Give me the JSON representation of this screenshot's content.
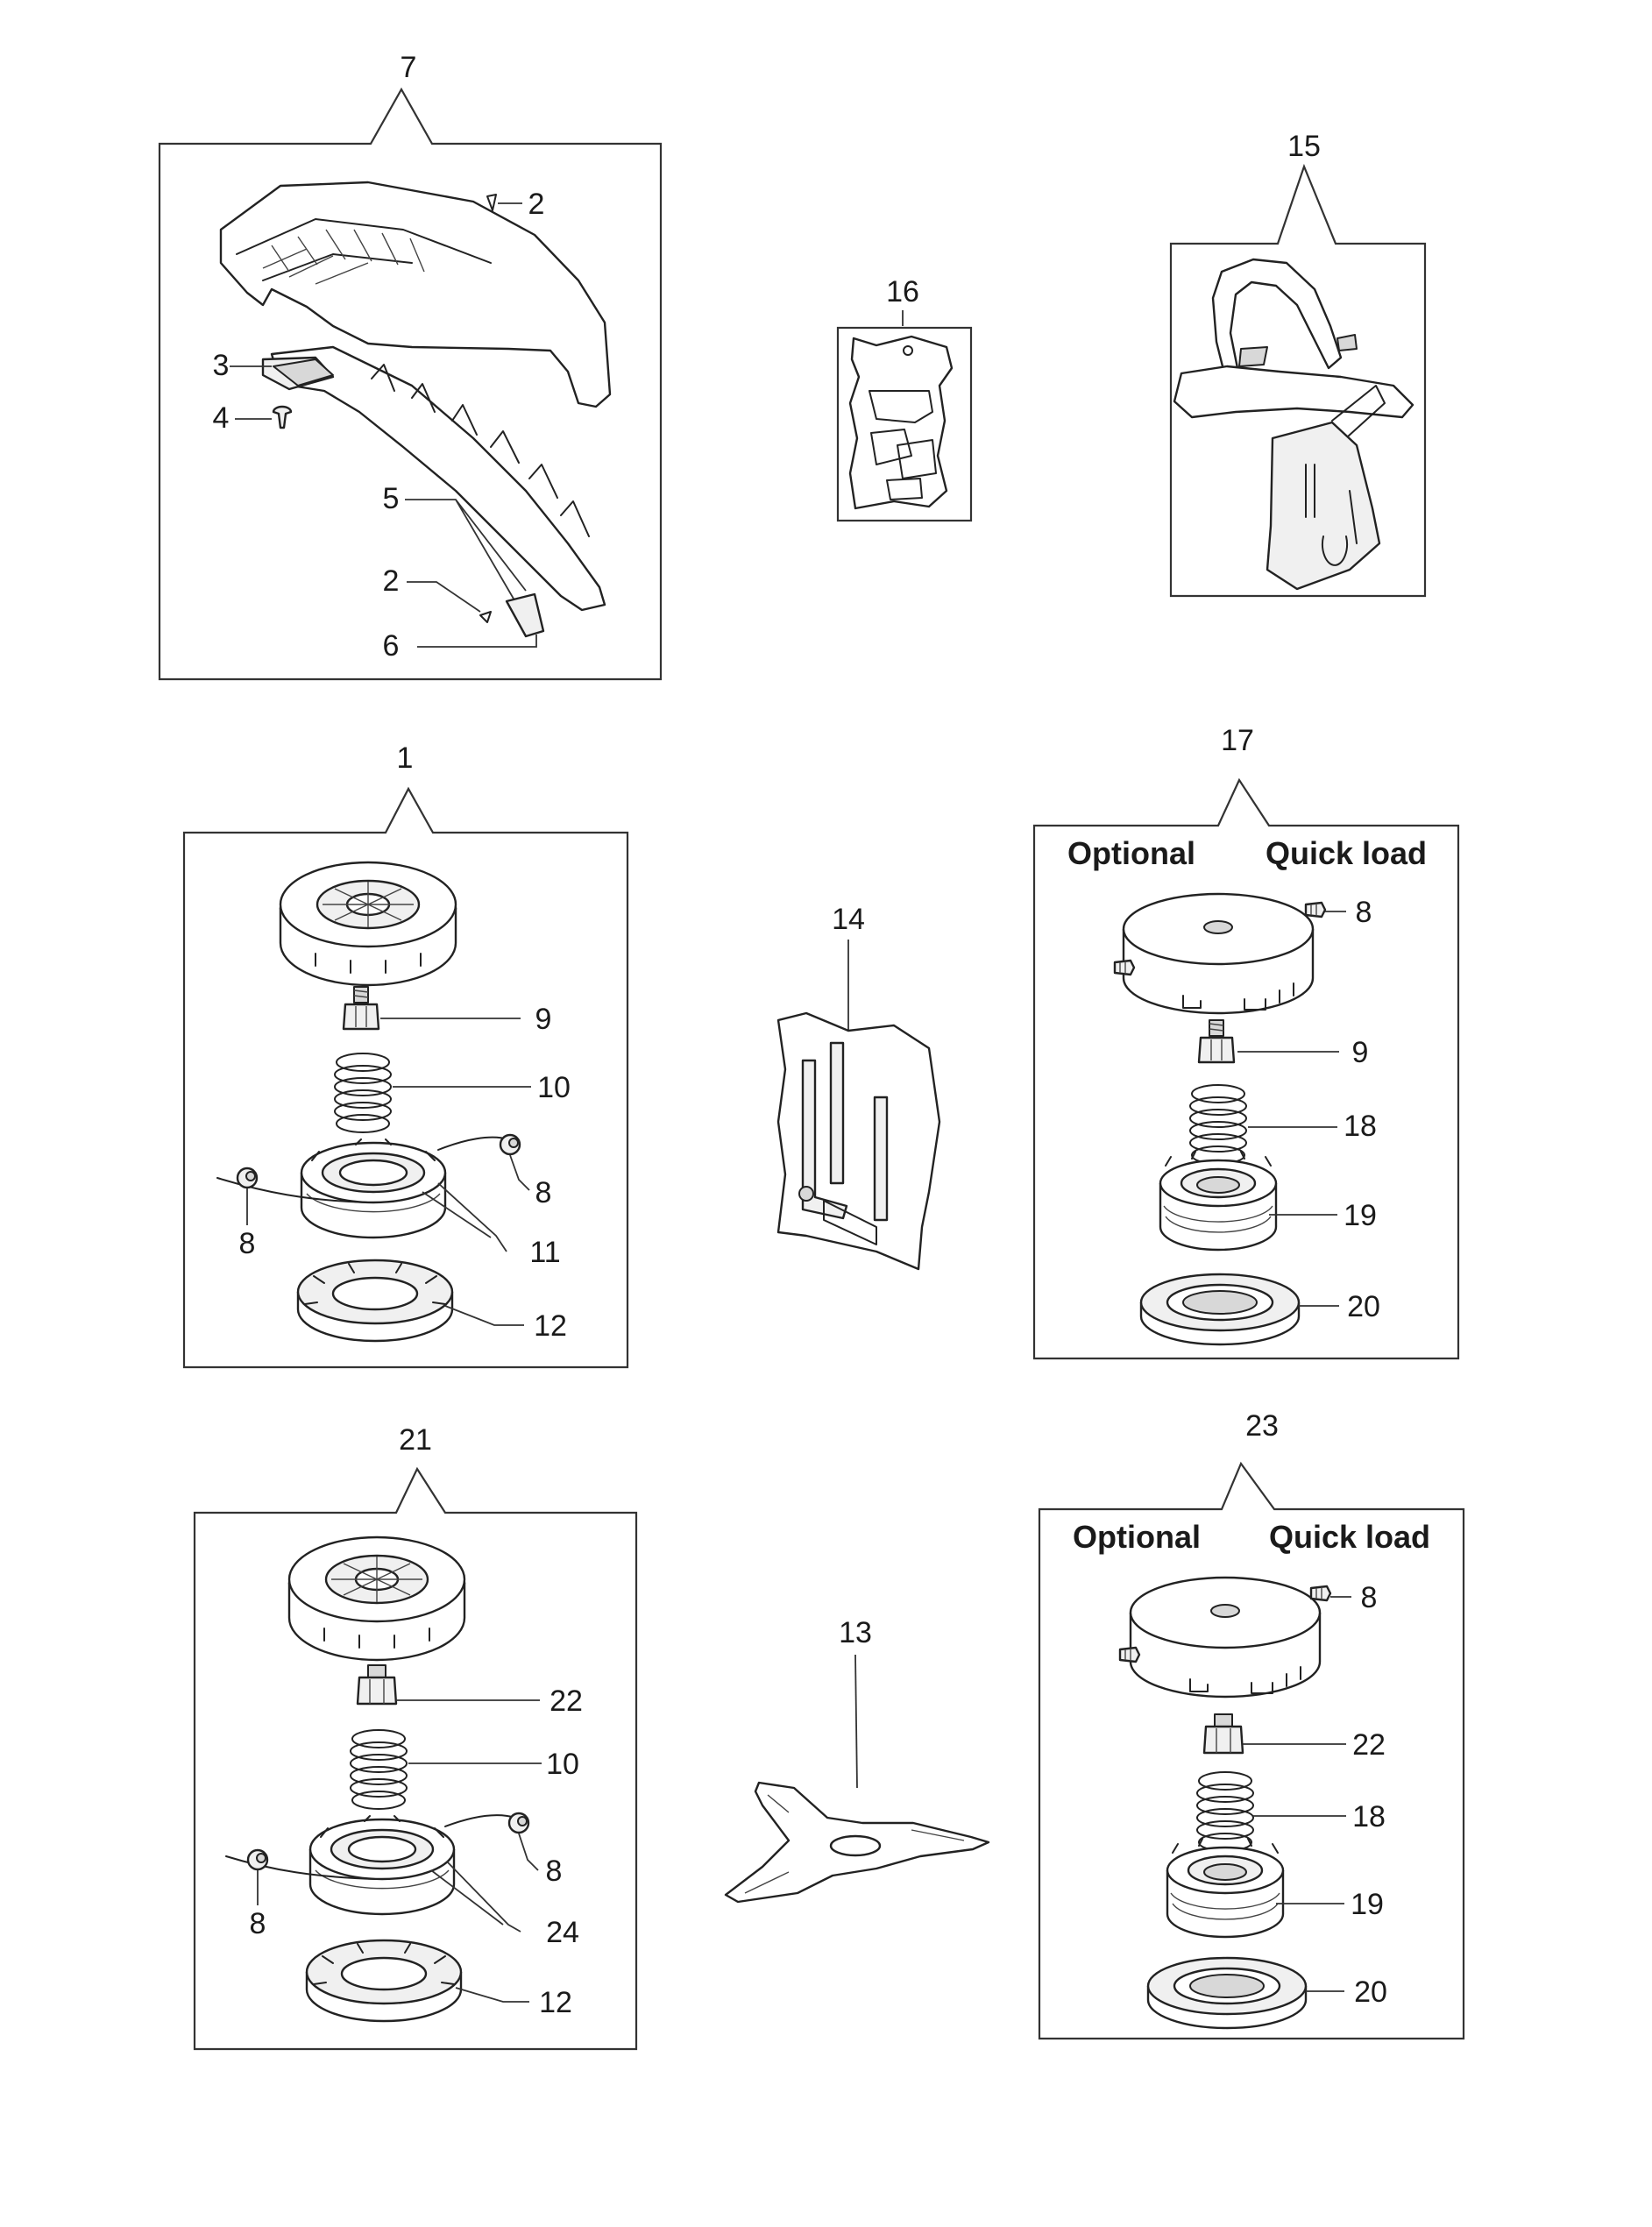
{
  "labels": {
    "n1": "1",
    "n2a": "2",
    "n2b": "2",
    "n3": "3",
    "n4": "4",
    "n5": "5",
    "n6": "6",
    "n7": "7",
    "n8a": "8",
    "n8b": "8",
    "n8c": "8",
    "n8d": "8",
    "n8e": "8",
    "n8f": "8",
    "n9a": "9",
    "n9b": "9",
    "n10a": "10",
    "n10b": "10",
    "n11": "11",
    "n12a": "12",
    "n12b": "12",
    "n13": "13",
    "n14": "14",
    "n15": "15",
    "n16": "16",
    "n17": "17",
    "n18a": "18",
    "n18b": "18",
    "n19a": "19",
    "n19b": "19",
    "n20a": "20",
    "n20b": "20",
    "n21": "21",
    "n22a": "22",
    "n22b": "22",
    "n23": "23",
    "n24": "24"
  },
  "captions": {
    "optional": "Optional",
    "quick_load": "Quick load"
  }
}
